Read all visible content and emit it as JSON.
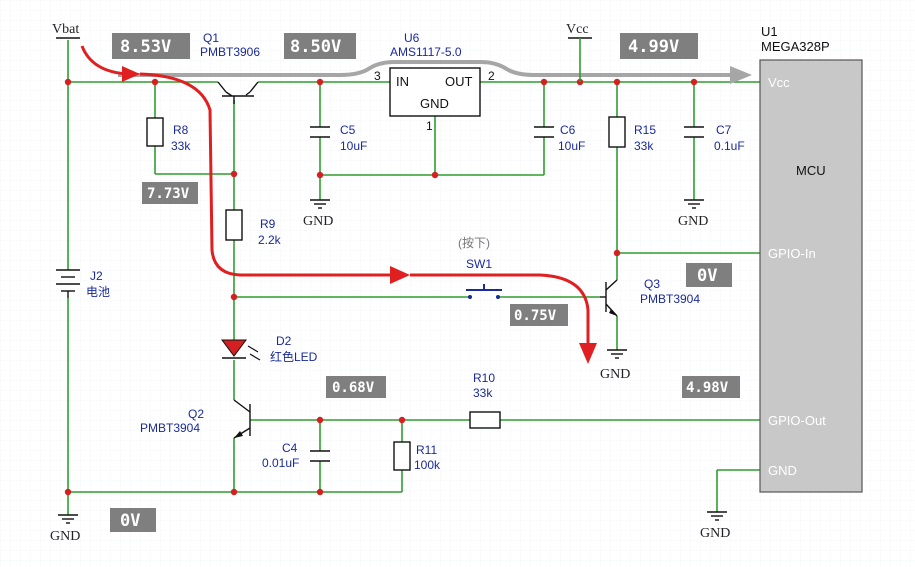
{
  "rails": {
    "vbat": "Vbat",
    "vcc": "Vcc",
    "gnd": "GND"
  },
  "components": {
    "q1": {
      "ref": "Q1",
      "part": "PMBT3906"
    },
    "u6": {
      "ref": "U6",
      "part": "AMS1117-5.0",
      "pin_in": "IN",
      "pin_out": "OUT",
      "pin_gnd": "GND",
      "pin_in_num": "3",
      "pin_out_num": "2",
      "pin_gnd_num": "1"
    },
    "u1": {
      "ref": "U1",
      "part": "MEGA328P",
      "center": "MCU",
      "pins": {
        "vcc": "Vcc",
        "gpio_in": "GPIO-In",
        "gpio_out": "GPIO-Out",
        "gnd": "GND"
      }
    },
    "r8": {
      "ref": "R8",
      "value": "33k"
    },
    "r9": {
      "ref": "R9",
      "value": "2.2k"
    },
    "r10": {
      "ref": "R10",
      "value": "33k"
    },
    "r11": {
      "ref": "R11",
      "value": "100k"
    },
    "r15": {
      "ref": "R15",
      "value": "33k"
    },
    "c4": {
      "ref": "C4",
      "value": "0.01uF"
    },
    "c5": {
      "ref": "C5",
      "value": "10uF"
    },
    "c6": {
      "ref": "C6",
      "value": "10uF"
    },
    "c7": {
      "ref": "C7",
      "value": "0.1uF"
    },
    "d2": {
      "ref": "D2",
      "value": "红色LED"
    },
    "q2": {
      "ref": "Q2",
      "part": "PMBT3904"
    },
    "q3": {
      "ref": "Q3",
      "part": "PMBT3904"
    },
    "j2": {
      "ref": "J2",
      "value": "电池"
    },
    "sw1": {
      "ref": "SW1",
      "note": "(按下)"
    }
  },
  "voltages": {
    "v_bat": "8.53V",
    "v_reg_in": "8.50V",
    "v_vcc": "4.99V",
    "v_q1_base": "7.73V",
    "v_q3_collector": "0V",
    "v_q3_base": "0.75V",
    "v_q2_base": "0.68V",
    "v_gpio_out": "4.98V",
    "v_gnd": "0V"
  },
  "colors": {
    "wire": "#2e9e2e",
    "current_arrow": "#e02020",
    "rail_arrow": "#a6a6a6",
    "label_box": "#7f7f7f",
    "chip_fill": "#c8c8c8"
  }
}
